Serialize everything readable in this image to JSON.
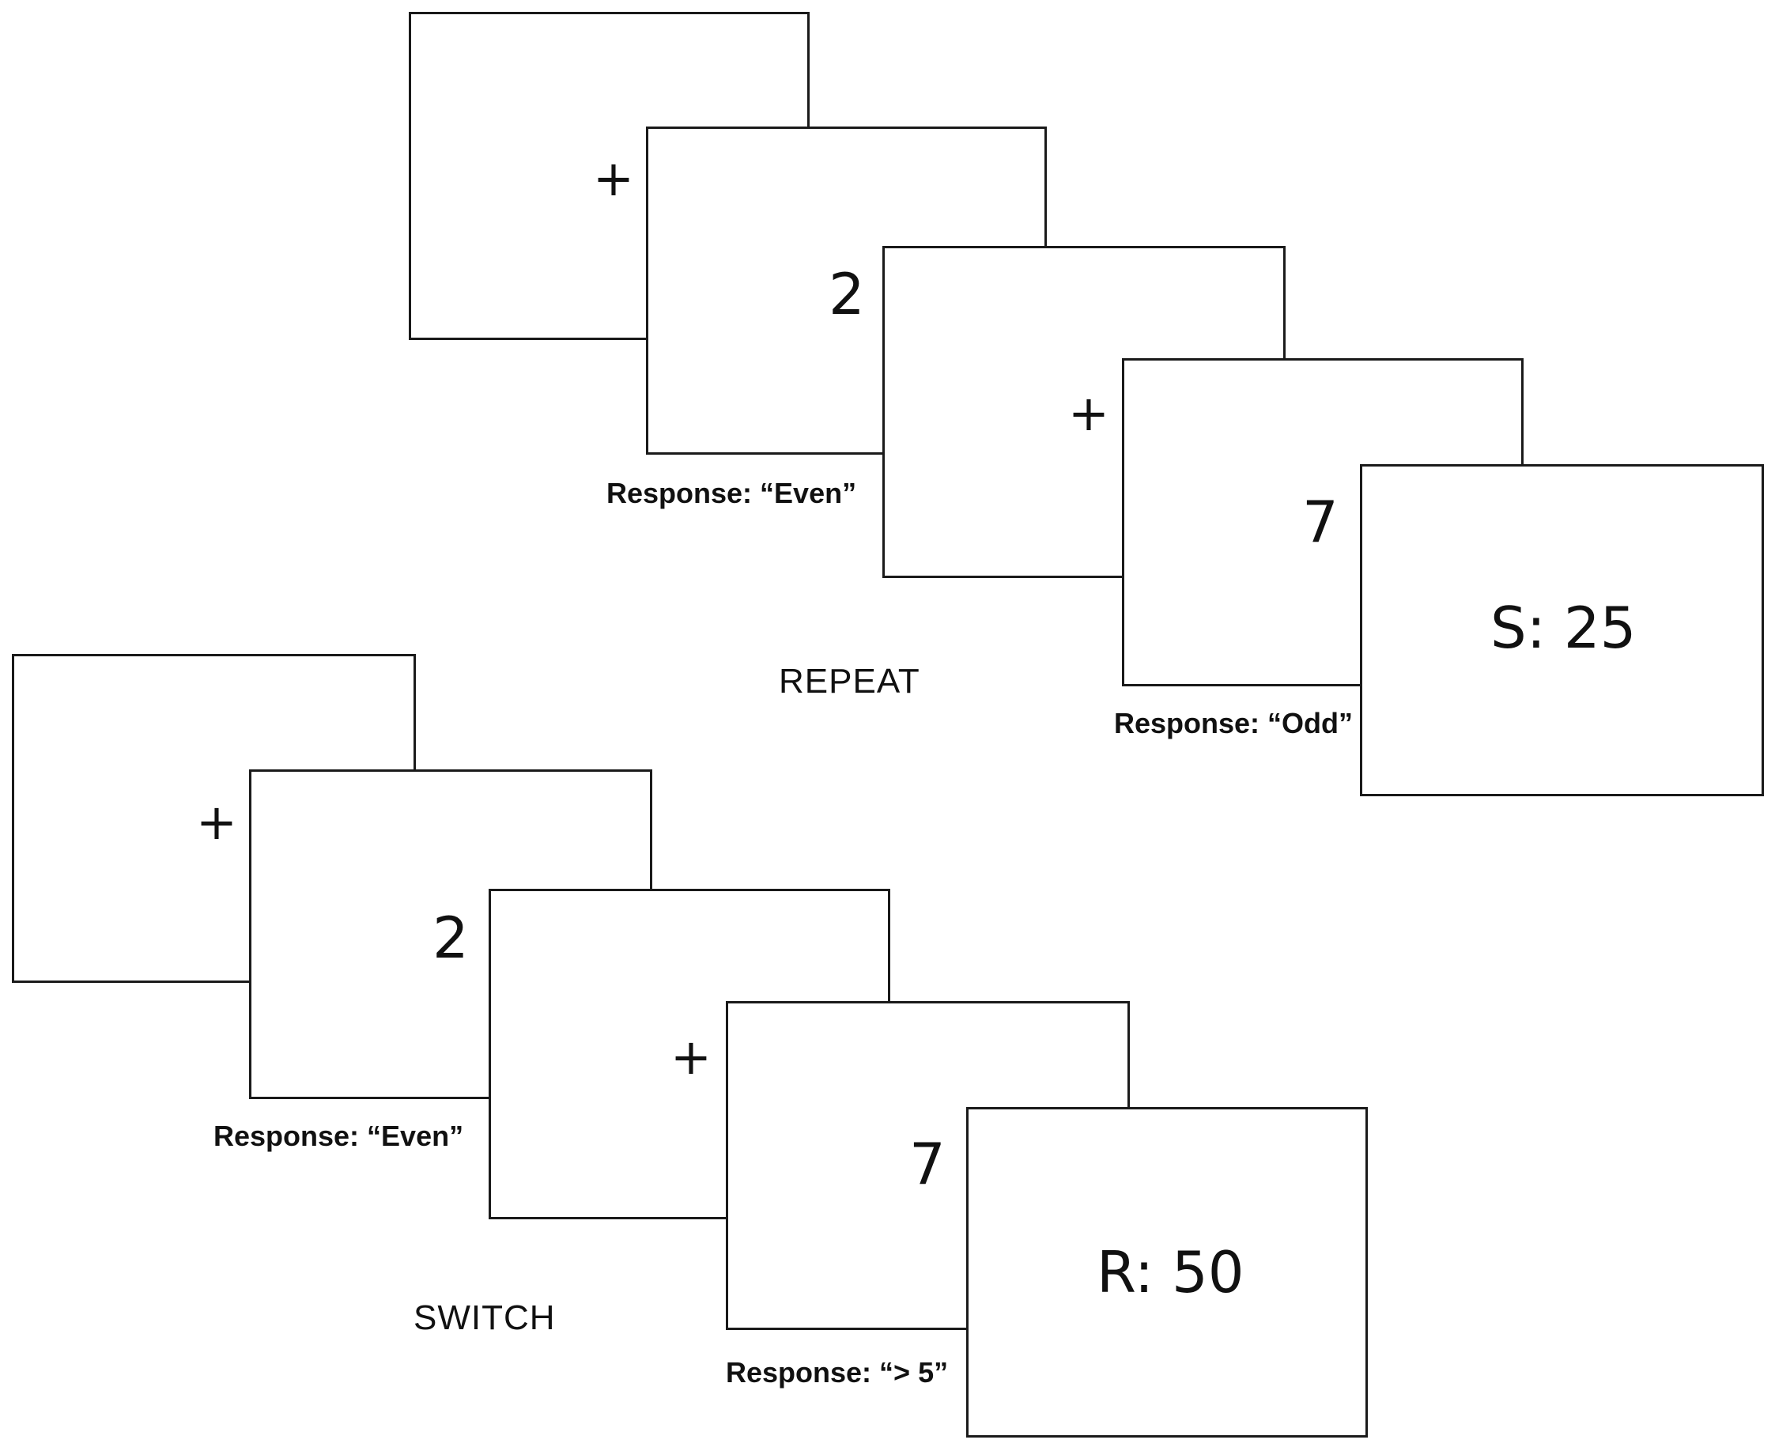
{
  "repeat": {
    "label": "REPEAT",
    "fixation_1": "+",
    "stimulus_1": "2",
    "response_1": "Response:  “Even”",
    "fixation_2": "+",
    "stimulus_2": "7",
    "response_2": "Response:  “Odd”",
    "feedback": "S: 25"
  },
  "switch": {
    "label": "SWITCH",
    "fixation_1": "+",
    "stimulus_1": "2",
    "response_1": "Response:  “Even”",
    "fixation_2": "+",
    "stimulus_2": "7",
    "response_2": "Response:  “> 5”",
    "feedback": "R: 50"
  }
}
